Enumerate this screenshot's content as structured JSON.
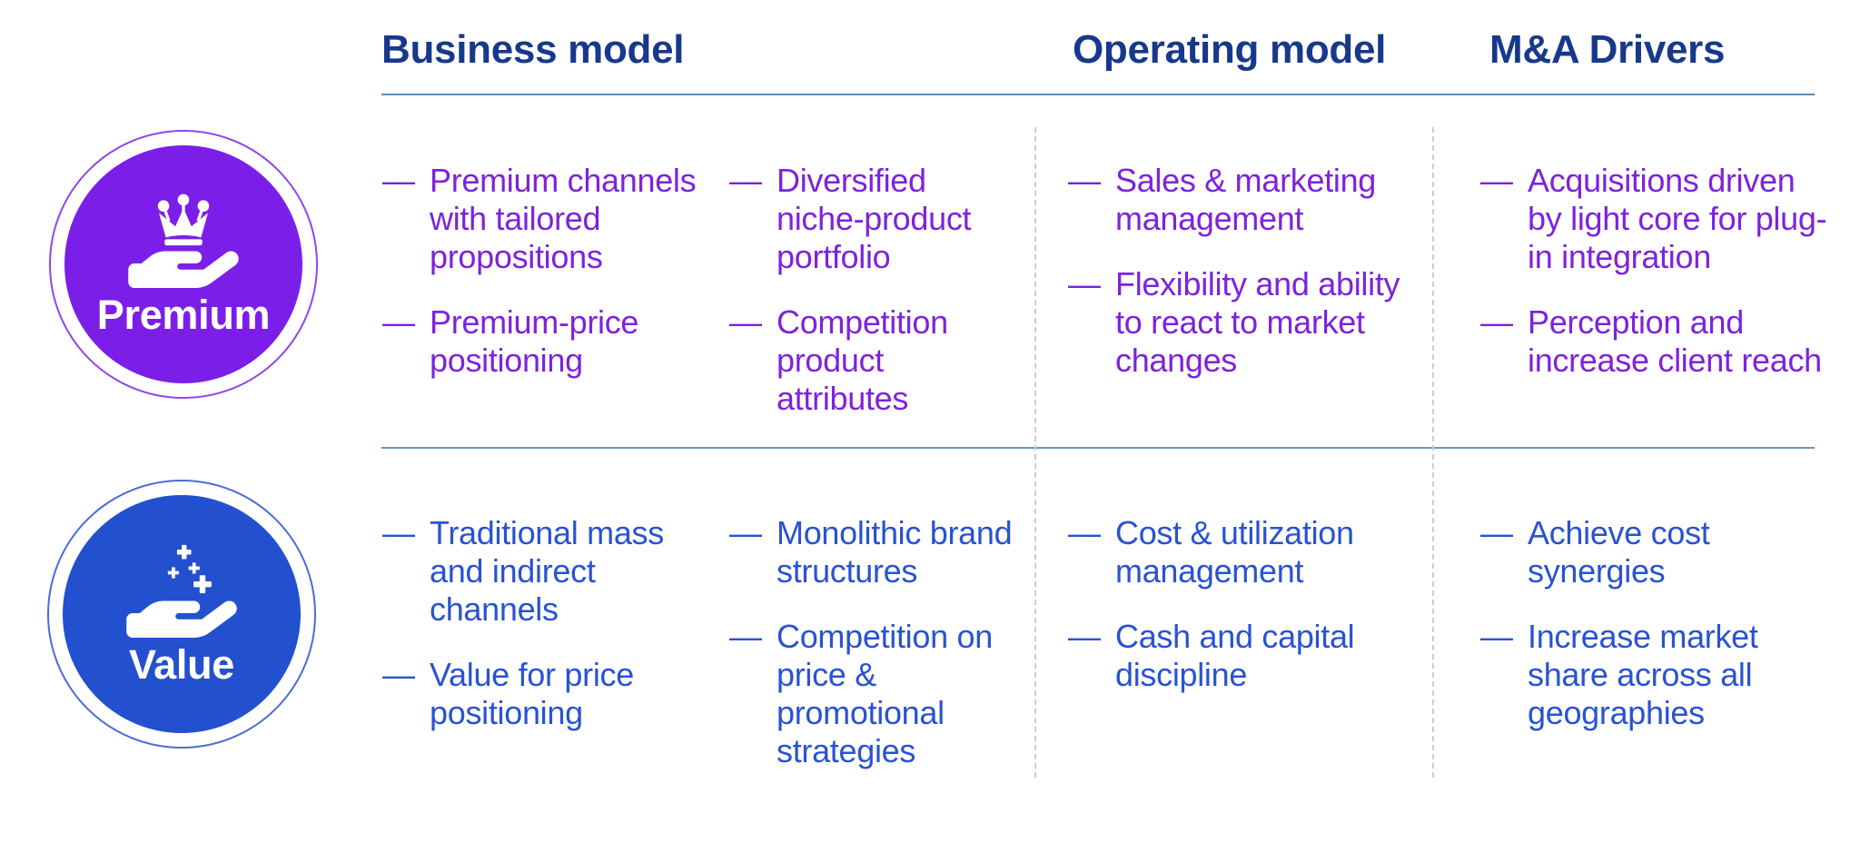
{
  "bullets": {
    "dash": "—"
  },
  "header": {
    "columns": [
      {
        "id": "business-model",
        "label": "Business model"
      },
      {
        "id": "operating-model",
        "label": "Operating model"
      },
      {
        "id": "ma-drivers",
        "label": "M&A Drivers"
      }
    ]
  },
  "rows": [
    {
      "id": "premium",
      "label": "Premium",
      "icon": "crown-in-hand-icon",
      "circle_color": "#7B1FE8",
      "text_color": "#7E22DC",
      "cells": {
        "business_model_a": [
          "Premium channels with tailored propositions",
          "Premium-price positioning"
        ],
        "business_model_b": [
          "Diversified niche-product portfolio",
          "Competition product attributes"
        ],
        "operating_model": [
          "Sales & marketing management",
          "Flexibility and ability to react to market changes"
        ],
        "ma_drivers": [
          "Acquisitions driven by light core for plug-in integration",
          "Perception and increase client reach"
        ]
      }
    },
    {
      "id": "value",
      "label": "Value",
      "icon": "sparkles-in-hand-icon",
      "circle_color": "#2350CE",
      "text_color": "#2952D3",
      "cells": {
        "business_model_a": [
          "Traditional mass and indirect channels",
          "Value for price positioning"
        ],
        "business_model_b": [
          "Monolithic brand structures",
          "Competition on price & promotional strategies"
        ],
        "operating_model": [
          "Cost & utilization management",
          "Cash and capital discipline"
        ],
        "ma_drivers": [
          "Achieve cost synergies",
          "Increase market share across all geographies"
        ]
      }
    }
  ],
  "colors": {
    "background": "#FFFFFF",
    "header_text": "#17388C",
    "header_rule": "#5E88B5",
    "row_divider": "#6F94BA",
    "column_divider": "#C9CED4",
    "premium_accent": "#7B1FE8",
    "value_accent": "#2350CE"
  }
}
